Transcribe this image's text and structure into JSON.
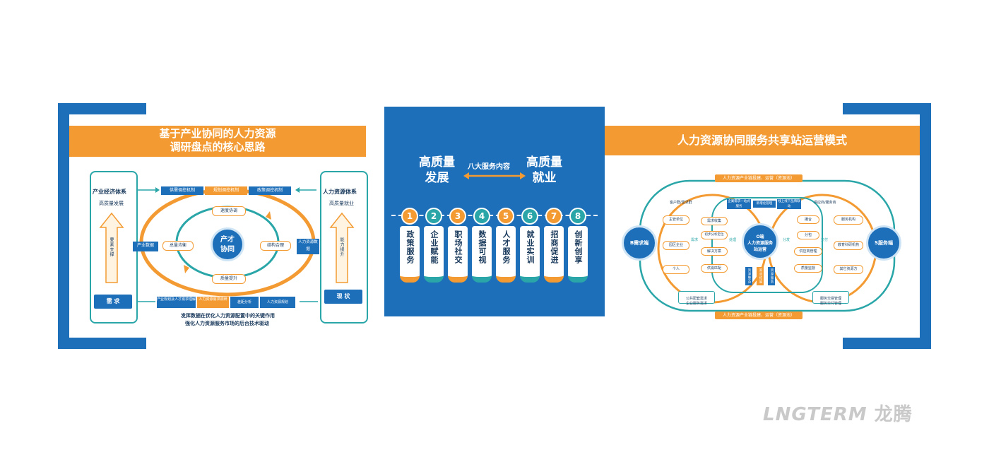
{
  "left": {
    "title_line1": "基于产业协同的人力资源",
    "title_line2": "调研盘点的核心思路",
    "left_col_title": "产业经济体系",
    "left_col_sub": "高质量发展",
    "left_arrow_text": "要素支撑",
    "left_bottom": "需 求",
    "right_col_title": "人力资源体系",
    "right_col_sub": "高质量就业",
    "right_arrow_text": "能力提升",
    "right_bottom": "现 状",
    "top_mechs": [
      "供需调控机制",
      "规划调控机制",
      "政策调控机制"
    ],
    "side_left_pill": "产业数据",
    "side_right_pill": "人力资源数据",
    "ring_top": "速度协调",
    "ring_bottom": "质量提升",
    "ring_left": "总量均衡",
    "ring_right": "结构合理",
    "center_line1": "产才",
    "center_line2": "协同",
    "bottom_mechs": [
      "产业规划及人才需求理解",
      "人力资源需求调研",
      "差距分析",
      "人力资源规划"
    ],
    "footer_line1": "发挥数据在优化人力资源配置中的关键作用",
    "footer_line2": "强化人力资源服务市场的后台技术驱动"
  },
  "middle": {
    "left_top": "高质量",
    "left_bottom": "发展",
    "right_top": "高质量",
    "right_bottom": "就业",
    "arrow_label": "八大服务内容",
    "items": [
      {
        "num": "1",
        "label": "政策服务"
      },
      {
        "num": "2",
        "label": "企业赋能"
      },
      {
        "num": "3",
        "label": "职场社交"
      },
      {
        "num": "4",
        "label": "数据可视"
      },
      {
        "num": "5",
        "label": "人才服务"
      },
      {
        "num": "6",
        "label": "就业实训"
      },
      {
        "num": "7",
        "label": "招商促进"
      },
      {
        "num": "8",
        "label": "创新创享"
      }
    ]
  },
  "right": {
    "title": "人力资源协同服务共享站运营模式",
    "top_banner": "人力资源产业链投建、运营（资源池）",
    "bottom_banner": "人力资源产业链投建、运营（资源池）",
    "b_node": "B需求端",
    "s_node": "S服务端",
    "o_line1": "O端",
    "o_line2": "人力资源服务",
    "o_line3": "站运营",
    "left_ring_title": "客户群/需求群",
    "left_items": [
      "主管单位",
      "园区企业",
      "个人"
    ],
    "right_ring_title": "供应商/服务商",
    "right_items": [
      "服务机构",
      "教育科研机构",
      "其它资源方"
    ],
    "inner_left": [
      "需求收集",
      "初步分析定位",
      "解决方案",
      "供需匹配"
    ],
    "inner_right": [
      "撮合",
      "分包",
      "供应商管理",
      "质量监督"
    ],
    "top_mid": [
      "企業需求一站式服务",
      "新增化管理",
      "线上线下品牌联动"
    ],
    "link_labels": [
      "需求",
      "处理",
      "分发",
      "交付"
    ],
    "bottom_mid": [
      "资源整合",
      "渠道拓展",
      "资源服务"
    ],
    "bottom_left": "公共配套需求\n企业服务需求",
    "bottom_right": "服务交易管理\n服务交付管理"
  },
  "brand": {
    "logo_en": "LNGTERM",
    "logo_cn": "龙腾"
  },
  "colors": {
    "blue": "#1e6fba",
    "orange": "#f39b32",
    "teal": "#2aa6a9",
    "navy": "#1a3a5c"
  }
}
